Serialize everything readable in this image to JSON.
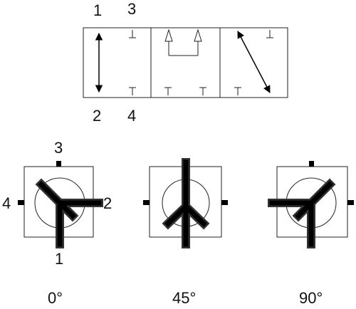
{
  "valve_symbol": {
    "ports_top": [
      "1",
      "3"
    ],
    "ports_bottom": [
      "2",
      "4"
    ]
  },
  "rotary_views": [
    {
      "angle_label": "0°",
      "port_labels": {
        "top": "3",
        "left": "4",
        "right": "2",
        "bottom": "1"
      }
    },
    {
      "angle_label": "45°"
    },
    {
      "angle_label": "90°"
    }
  ],
  "colors": {
    "line": "#222222",
    "fill": "#000000",
    "background": "#ffffff"
  }
}
